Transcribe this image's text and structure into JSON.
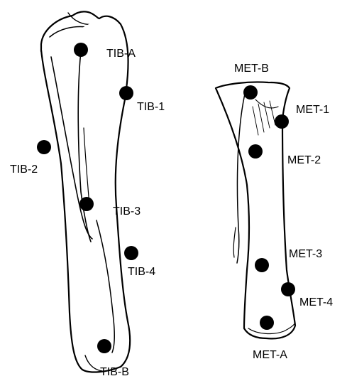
{
  "colors": {
    "ink": "#000000",
    "paper": "#ffffff"
  },
  "tibia": {
    "points": [
      {
        "id": "tib-a",
        "label": "TIB-A"
      },
      {
        "id": "tib-1",
        "label": "TIB-1"
      },
      {
        "id": "tib-2",
        "label": "TIB-2"
      },
      {
        "id": "tib-3",
        "label": "TIB-3"
      },
      {
        "id": "tib-4",
        "label": "TIB-4"
      },
      {
        "id": "tib-b",
        "label": "TIB-B"
      }
    ]
  },
  "metatarsal": {
    "points": [
      {
        "id": "met-b",
        "label": "MET-B"
      },
      {
        "id": "met-1",
        "label": "MET-1"
      },
      {
        "id": "met-2",
        "label": "MET-2"
      },
      {
        "id": "met-3",
        "label": "MET-3"
      },
      {
        "id": "met-4",
        "label": "MET-4"
      },
      {
        "id": "met-a",
        "label": "MET-A"
      }
    ]
  }
}
